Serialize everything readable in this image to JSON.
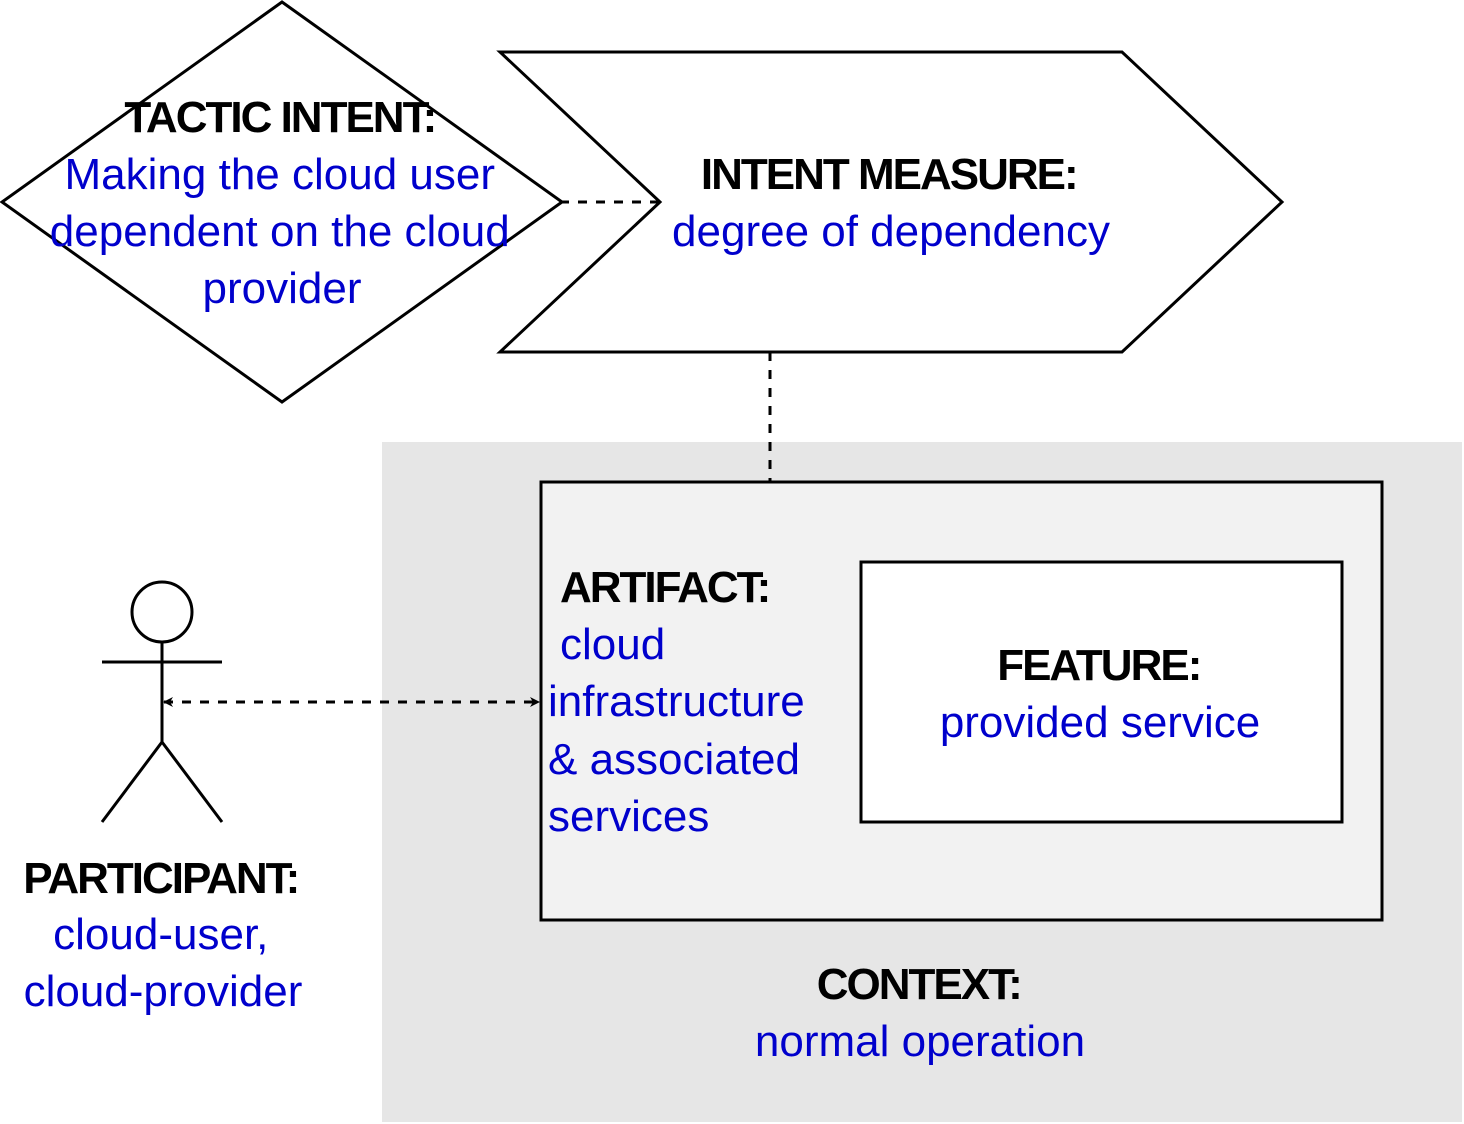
{
  "colors": {
    "heading": "#000000",
    "value": "#0000cc",
    "context_bg": "#e6e6e6",
    "artifact_bg": "#f2f2f2",
    "feature_bg": "#ffffff"
  },
  "tactic_intent": {
    "heading": "TACTIC INTENT:",
    "value_lines": [
      "Making the cloud user",
      "dependent on the cloud",
      "provider"
    ]
  },
  "intent_measure": {
    "heading": "INTENT MEASURE:",
    "value_lines": [
      "degree of dependency"
    ]
  },
  "artifact": {
    "heading": "ARTIFACT:",
    "value_lines": [
      "cloud",
      "infrastructure",
      "& associated",
      "services"
    ]
  },
  "feature": {
    "heading": "FEATURE:",
    "value_lines": [
      "provided service"
    ]
  },
  "participant": {
    "heading": "PARTICIPANT:",
    "value_lines": [
      "cloud-user,",
      "cloud-provider"
    ]
  },
  "context": {
    "heading": "CONTEXT:",
    "value_lines": [
      "normal operation"
    ]
  }
}
